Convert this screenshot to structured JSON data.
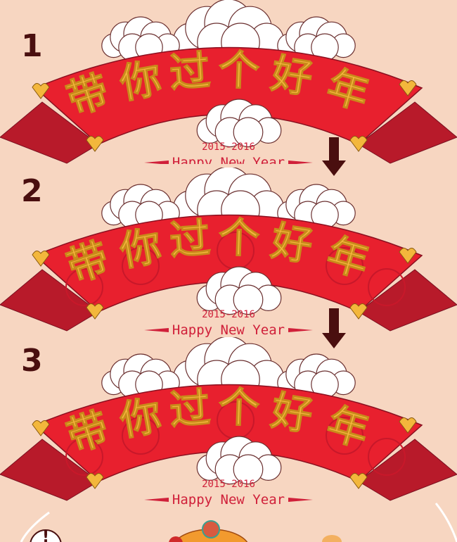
{
  "steps": [
    {
      "number": "1",
      "title": [
        "带",
        "你",
        "过",
        "个",
        "好",
        "年"
      ],
      "year": "2015-2016",
      "greeting": "Happy New Year"
    },
    {
      "number": "2",
      "title": [
        "带",
        "你",
        "过",
        "个",
        "好",
        "年"
      ],
      "year": "2015-2016",
      "greeting": "Happy New Year"
    },
    {
      "number": "3",
      "title": [
        "带",
        "你",
        "过",
        "个",
        "好",
        "年"
      ],
      "year": "2015-2016",
      "greeting": "Happy New Year"
    }
  ],
  "bottom_bubble": "!",
  "colors": {
    "background": "#f7d6c1",
    "ribbon": "#e8202e",
    "ribbon_dark": "#b81a2a",
    "gold": "#f3b73c",
    "arrow": "#4a0f0f",
    "text_red": "#d0203a"
  }
}
